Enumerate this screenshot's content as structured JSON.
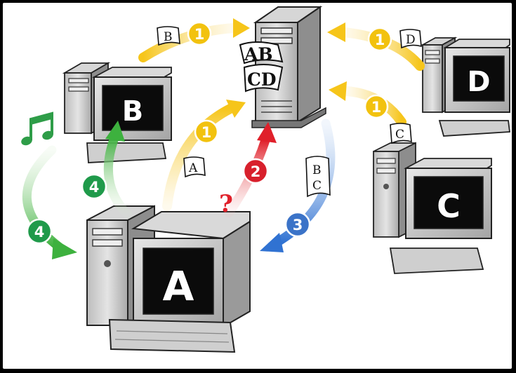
{
  "computers": {
    "a": {
      "label": "A"
    },
    "b": {
      "label": "B"
    },
    "c": {
      "label": "C"
    },
    "d": {
      "label": "D"
    }
  },
  "server": {
    "chunk_top": "AB",
    "chunk_bottom": "CD"
  },
  "chunks": {
    "from_a": "A",
    "from_b": "B",
    "from_c": "C",
    "from_d": "D",
    "to_a_top": "B",
    "to_a_bottom": "C"
  },
  "steps": {
    "share": "1",
    "request": "2",
    "deliver": "3",
    "swap": "4"
  },
  "symbols": {
    "query": "?"
  },
  "colors": {
    "step1": "#f2c20f",
    "step2": "#d8202c",
    "step3": "#3b73c8",
    "step4": "#1f9a4a",
    "music_note": "#2e9d48"
  }
}
